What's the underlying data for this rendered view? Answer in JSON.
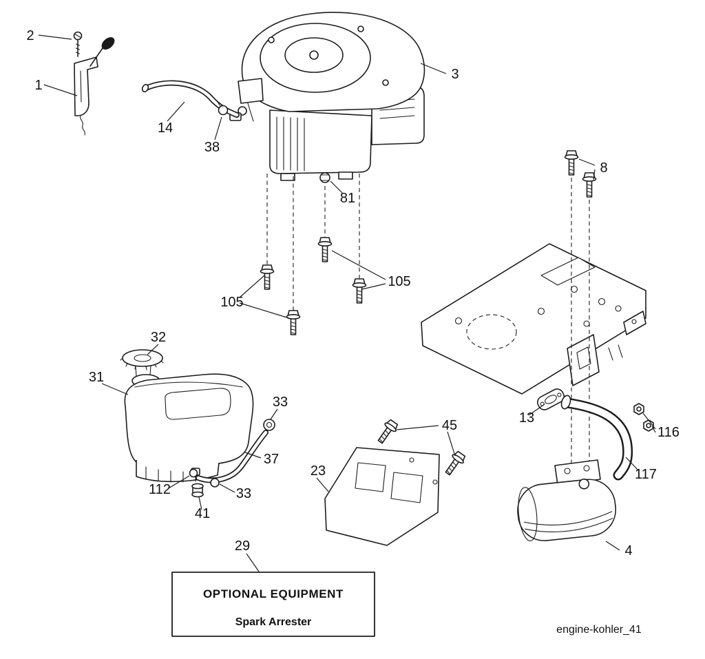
{
  "figure": {
    "footer_label": "engine-kohler_41",
    "optional_box": {
      "title": "OPTIONAL EQUIPMENT",
      "subtitle": "Spark Arrester"
    }
  },
  "callouts": [
    {
      "text": "2"
    },
    {
      "text": "1"
    },
    {
      "text": "14"
    },
    {
      "text": "38"
    },
    {
      "text": "3"
    },
    {
      "text": "81"
    },
    {
      "text": "105"
    },
    {
      "text": "105"
    },
    {
      "text": "8"
    },
    {
      "text": "32"
    },
    {
      "text": "31"
    },
    {
      "text": "33"
    },
    {
      "text": "37"
    },
    {
      "text": "112"
    },
    {
      "text": "33"
    },
    {
      "text": "41"
    },
    {
      "text": "23"
    },
    {
      "text": "45"
    },
    {
      "text": "13"
    },
    {
      "text": "116"
    },
    {
      "text": "117"
    },
    {
      "text": "4"
    },
    {
      "text": "29"
    }
  ]
}
